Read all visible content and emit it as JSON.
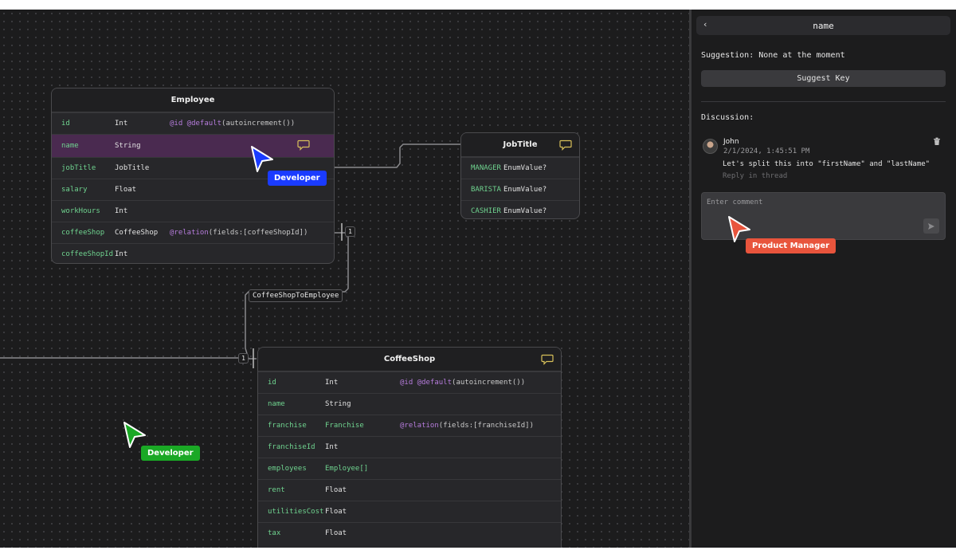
{
  "employee": {
    "title": "Employee",
    "rows": [
      {
        "name": "id",
        "type": "Int",
        "attr_kw": "@id @default",
        "attr_rest": "(autoincrement())"
      },
      {
        "name": "name",
        "type": "String",
        "attr_kw": "",
        "attr_rest": ""
      },
      {
        "name": "jobTitle",
        "type": "JobTitle",
        "attr_kw": "",
        "attr_rest": ""
      },
      {
        "name": "salary",
        "type": "Float",
        "attr_kw": "",
        "attr_rest": ""
      },
      {
        "name": "workHours",
        "type": "Int",
        "attr_kw": "",
        "attr_rest": ""
      },
      {
        "name": "coffeeShop",
        "type": "CoffeeShop",
        "attr_kw": "@relation",
        "attr_rest": "(fields:[coffeeShopId])"
      },
      {
        "name": "coffeeShopId",
        "type": "Int",
        "attr_kw": "",
        "attr_rest": ""
      }
    ]
  },
  "jobtitle": {
    "title": "JobTitle",
    "rows": [
      {
        "name": "MANAGER",
        "type": "EnumValue?"
      },
      {
        "name": "BARISTA",
        "type": "EnumValue?"
      },
      {
        "name": "CASHIER",
        "type": "EnumValue?"
      }
    ]
  },
  "coffeeshop": {
    "title": "CoffeeShop",
    "rows": [
      {
        "name": "id",
        "type": "Int",
        "attr_kw": "@id @default",
        "attr_rest": "(autoincrement())"
      },
      {
        "name": "name",
        "type": "String",
        "attr_kw": "",
        "attr_rest": ""
      },
      {
        "name": "franchise",
        "type": "Franchise",
        "attr_kw": "@relation",
        "attr_rest": "(fields:[franchiseId])"
      },
      {
        "name": "franchiseId",
        "type": "Int",
        "attr_kw": "",
        "attr_rest": ""
      },
      {
        "name": "employees",
        "type": "Employee[]",
        "attr_kw": "",
        "attr_rest": ""
      },
      {
        "name": "rent",
        "type": "Float",
        "attr_kw": "",
        "attr_rest": ""
      },
      {
        "name": "utilitiesCost",
        "type": "Float",
        "attr_kw": "",
        "attr_rest": ""
      },
      {
        "name": "tax",
        "type": "Float",
        "attr_kw": "",
        "attr_rest": ""
      }
    ]
  },
  "relation": {
    "label": "CoffeeShopToEmployee",
    "card_top": "1",
    "card_bottom": "1"
  },
  "cursors": {
    "dev_blue": {
      "label": "Developer",
      "color": "#1a3bff"
    },
    "dev_green": {
      "label": "Developer",
      "color": "#1aa825"
    },
    "pm": {
      "label": "Product Manager",
      "color": "#e8543c"
    }
  },
  "panel": {
    "back_icon": "‹",
    "title": "name",
    "suggestion": "Suggestion: None at the moment",
    "suggest_btn": "Suggest Key",
    "discussion": "Discussion:",
    "comment": {
      "author": "John",
      "time": "2/1/2024, 1:45:51 PM",
      "text": "Let's split this into \"firstName\" and \"lastName\"",
      "reply": "Reply in thread"
    },
    "input_placeholder": "Enter comment"
  },
  "colors": {
    "canvas_bg": "#1c1c1d",
    "field_name": "#6fd38f",
    "keyword": "#b67cdc",
    "highlight_row": "#4a2a50",
    "comment_icon": "#d8c05a"
  }
}
